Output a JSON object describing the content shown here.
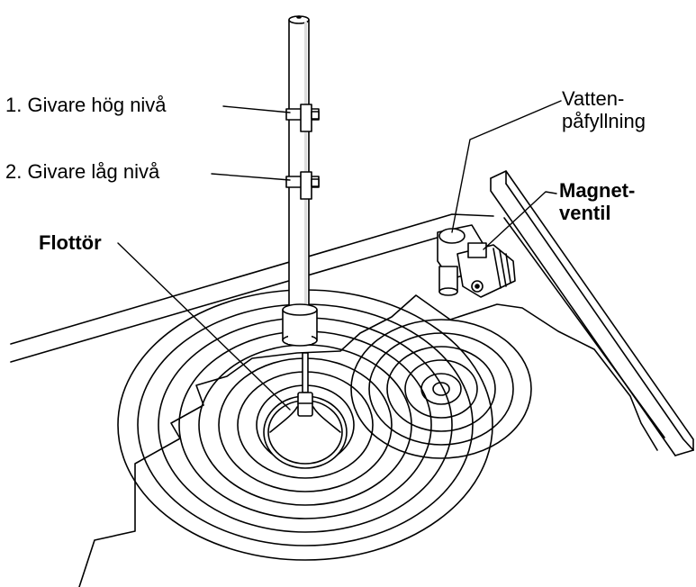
{
  "labels": {
    "sensor_high": "1. Givare hög nivå",
    "sensor_low": "2. Givare låg nivå",
    "float": "Flottör",
    "water_fill_line1": "Vatten-",
    "water_fill_line2": "påfyllning",
    "solenoid_line1": "Magnet-",
    "solenoid_line2": "ventil"
  }
}
